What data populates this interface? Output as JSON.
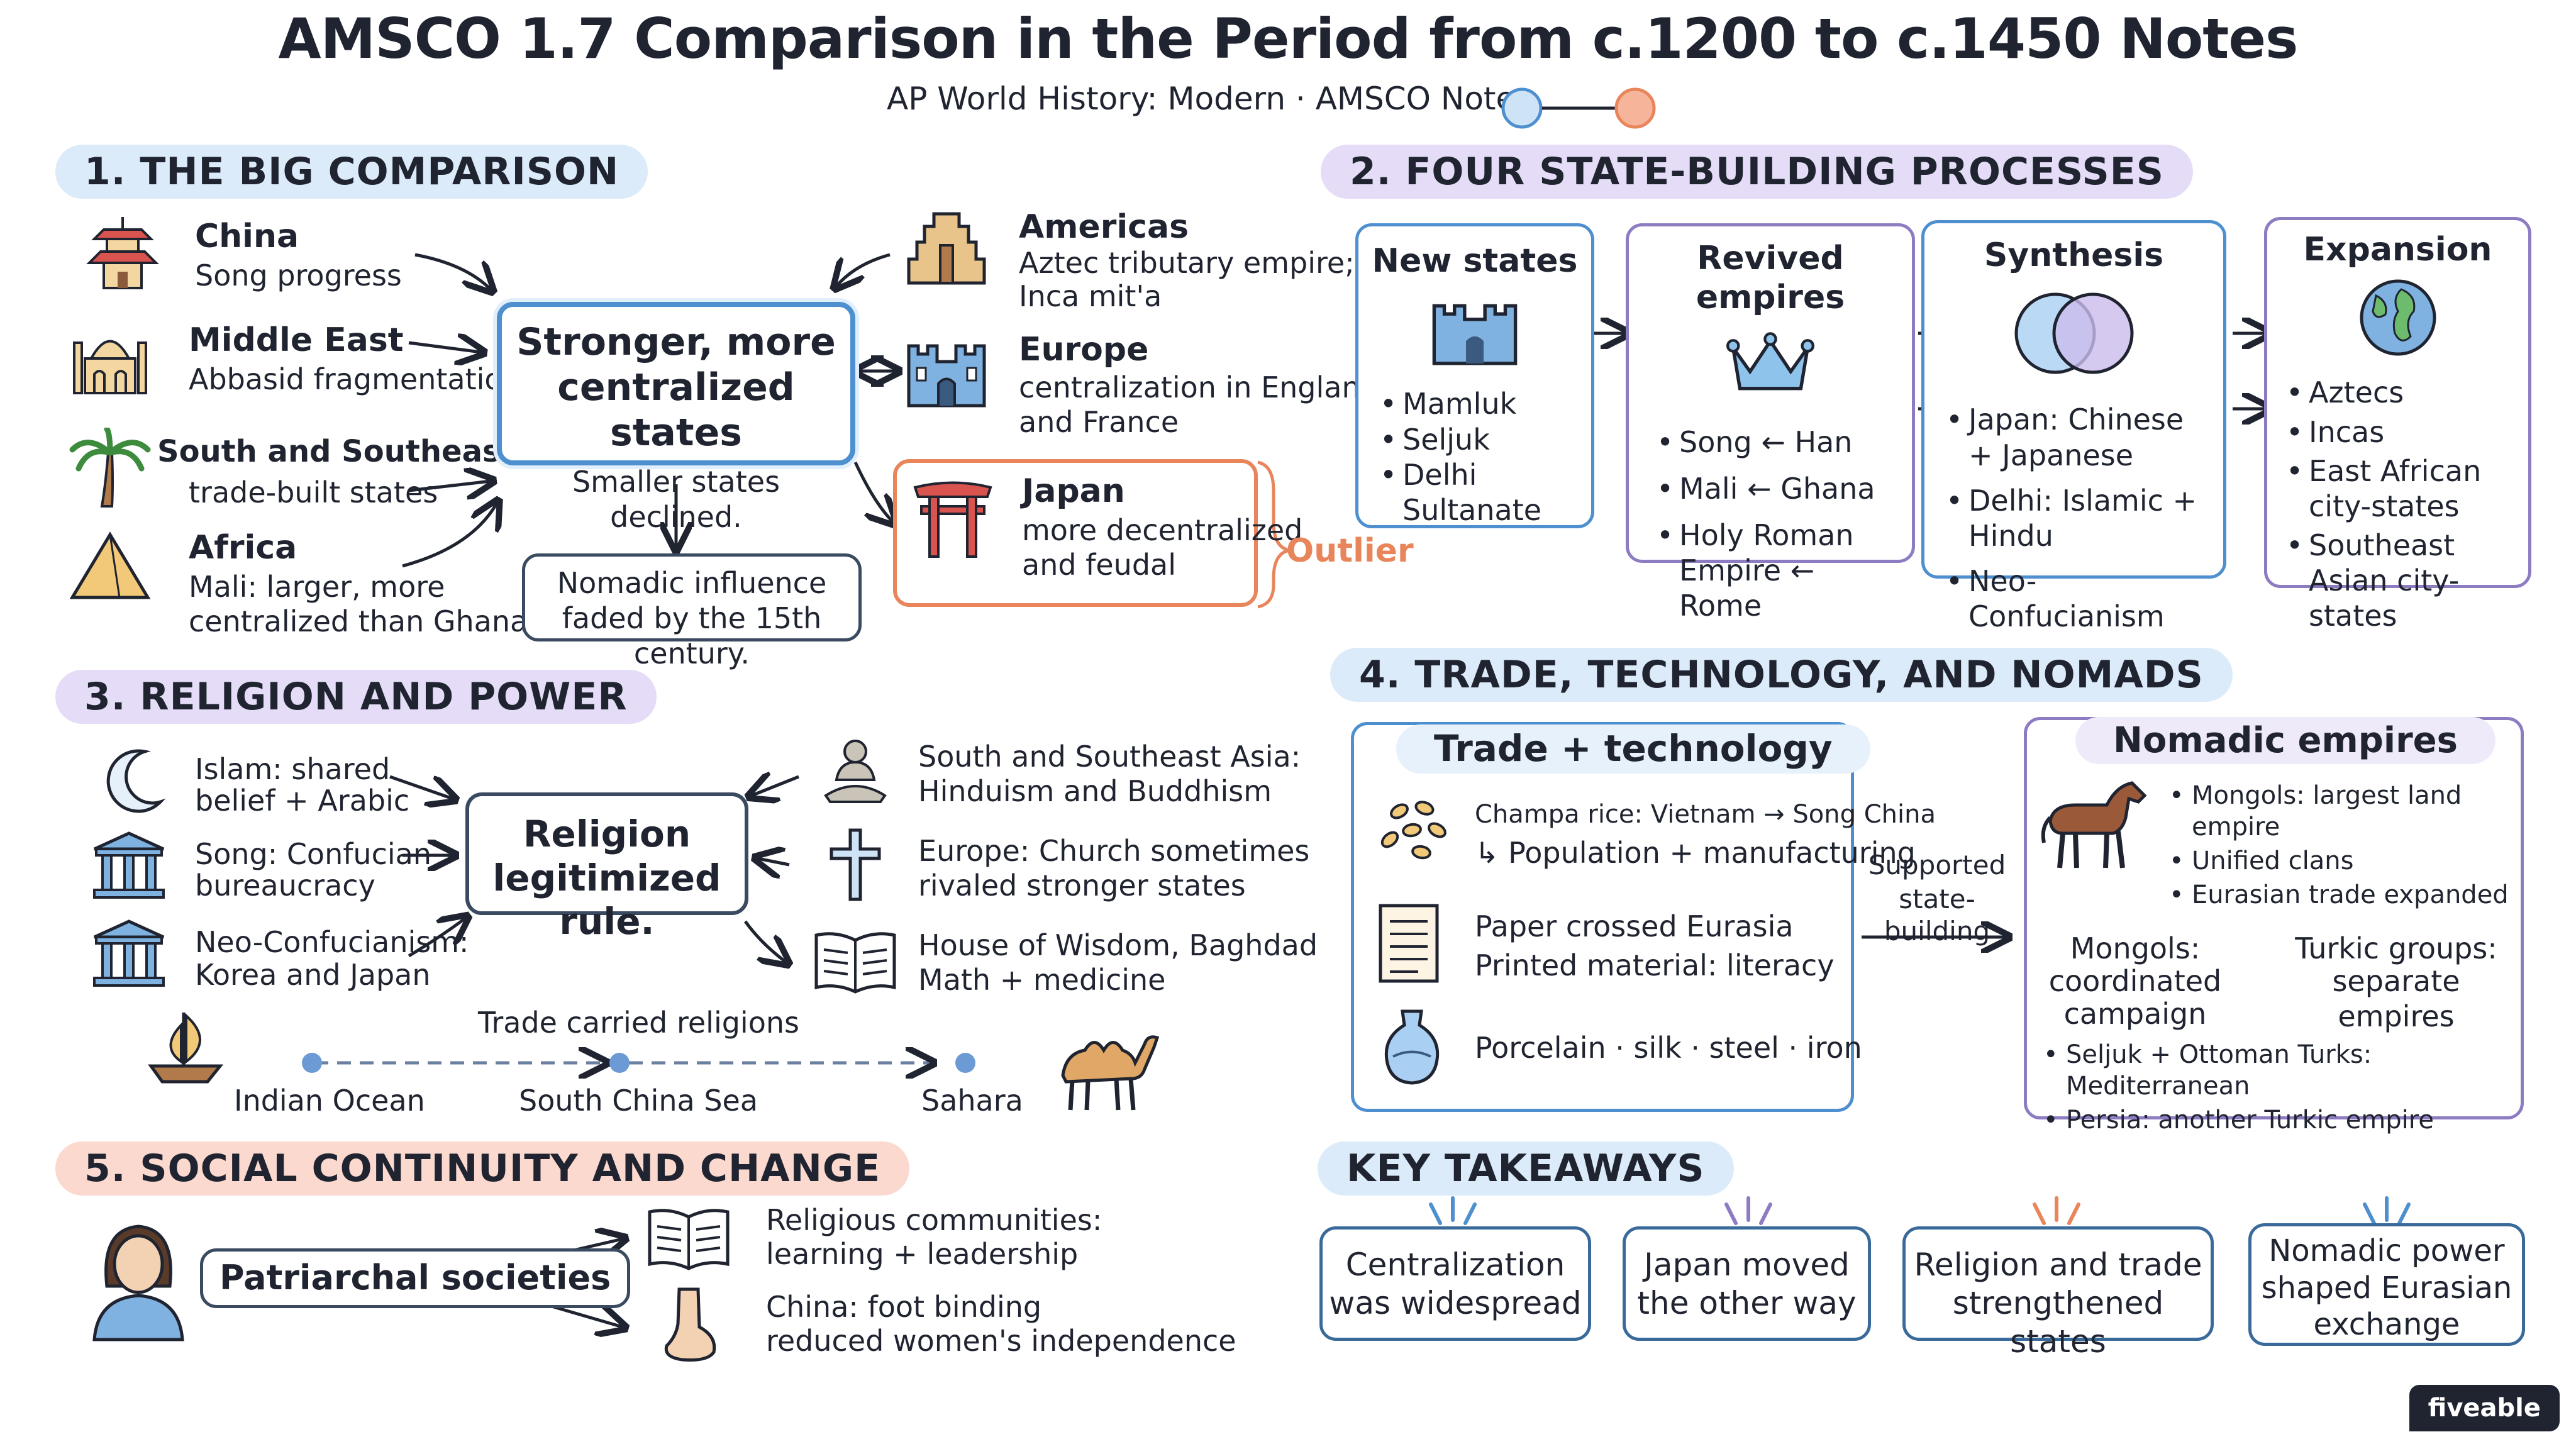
{
  "title": "AMSCO 1.7 Comparison in the Period from c.1200 to c.1450 Notes",
  "subtitle": "AP World History: Modern · AMSCO Notes",
  "sec1": {
    "heading": "1. THE BIG COMPARISON",
    "china": {
      "name": "China",
      "desc": "Song progress"
    },
    "middle_east": {
      "name": "Middle East",
      "desc": "Abbasid fragmentation"
    },
    "south_asia": {
      "name": "South and Southeast Asia",
      "desc": "trade-built states"
    },
    "africa": {
      "name": "Africa",
      "line1": "Mali: larger, more",
      "line2": "centralized than Ghana"
    },
    "center": {
      "line1": "Stronger, more",
      "line2": "centralized states",
      "sub": "Smaller states declined."
    },
    "nomadic": {
      "line1": "Nomadic influence",
      "line2": "faded by the 15th century."
    },
    "americas": {
      "name": "Americas",
      "line1": "Aztec tributary empire;",
      "line2": "Inca mit'a"
    },
    "europe": {
      "name": "Europe",
      "line1": "centralization in England",
      "line2": "and France"
    },
    "japan": {
      "name": "Japan",
      "line1": "more decentralized",
      "line2": "and feudal"
    },
    "outlier": "Outlier"
  },
  "sec2": {
    "heading": "2. FOUR STATE-BUILDING PROCESSES",
    "new_states": {
      "title": "New states",
      "items": [
        "Mamluk",
        "Seljuk",
        "Delhi Sultanate"
      ]
    },
    "revived": {
      "title": "Revived empires",
      "items": [
        "Song ← Han",
        "Mali ← Ghana",
        "Holy Roman Empire ← Rome"
      ]
    },
    "synthesis": {
      "title": "Synthesis",
      "items": [
        "Japan: Chinese + Japanese",
        "Delhi: Islamic + Hindu",
        "Neo-Confucianism"
      ]
    },
    "expansion": {
      "title": "Expansion",
      "items": [
        "Aztecs",
        "Incas",
        "East African city-states",
        "Southeast Asian city-states"
      ]
    }
  },
  "sec3": {
    "heading": "3. RELIGION AND POWER",
    "islam": {
      "line1": "Islam: shared",
      "line2": "belief + Arabic"
    },
    "song": {
      "line1": "Song: Confucian",
      "line2": "bureaucracy"
    },
    "neo": {
      "line1": "Neo-Confucianism:",
      "line2": "Korea and Japan"
    },
    "center": {
      "line1": "Religion",
      "line2": "legitimized rule."
    },
    "ssa": {
      "line1": "South and Southeast Asia:",
      "line2": "Hinduism and Buddhism"
    },
    "europe": {
      "line1": "Europe: Church sometimes",
      "line2": "rivaled stronger states"
    },
    "wisdom": {
      "line1": "House of Wisdom, Baghdad",
      "line2": "Math + medicine"
    },
    "trade_label": "Trade carried religions",
    "route": [
      "Indian Ocean",
      "South China Sea",
      "Sahara"
    ]
  },
  "sec4": {
    "heading": "4. TRADE, TECHNOLOGY, AND NOMADS",
    "trade": {
      "title": "Trade + technology",
      "rice": {
        "line1": "Champa rice: Vietnam → Song China",
        "line2": "↳ Population + manufacturing"
      },
      "paper": {
        "line1": "Paper crossed Eurasia",
        "line2": "Printed material: literacy"
      },
      "goods": "Porcelain · silk · steel · iron"
    },
    "supported": {
      "line1": "Supported",
      "line2": "state-building"
    },
    "nomadic": {
      "title": "Nomadic empires",
      "items": [
        "Mongols: largest land empire",
        "Unified clans",
        "Eurasian trade expanded"
      ],
      "mongols": {
        "line1": "Mongols:",
        "line2": "coordinated",
        "line3": "campaign"
      },
      "turkic": {
        "line1": "Turkic groups:",
        "line2": "separate empires"
      },
      "bottom": [
        "Seljuk + Ottoman Turks: Mediterranean",
        "Persia: another Turkic empire"
      ]
    }
  },
  "sec5": {
    "heading": "5. SOCIAL CONTINUITY AND CHANGE",
    "patriarchal": "Patriarchal societies",
    "religious": {
      "line1": "Religious communities:",
      "line2": "learning + leadership"
    },
    "china": {
      "line1": "China: foot binding",
      "line2": "reduced women's independence"
    }
  },
  "takeaways": {
    "heading": "KEY TAKEAWAYS",
    "items": [
      {
        "line1": "Centralization",
        "line2": "was widespread"
      },
      {
        "line1": "Japan moved",
        "line2": "the other way"
      },
      {
        "line1": "Religion and trade",
        "line2": "strengthened states"
      },
      {
        "line1": "Nomadic power",
        "line2": "shaped Eurasian",
        "line3": "exchange"
      }
    ]
  },
  "brand": "fiveable",
  "colors": {
    "blue": "#dcebfa",
    "purple": "#e5ddf7",
    "peach": "#fbd9cf",
    "orange": "#e8855a",
    "box_purple": "#8e7cc3",
    "box_blue": "#4d8fcf"
  }
}
